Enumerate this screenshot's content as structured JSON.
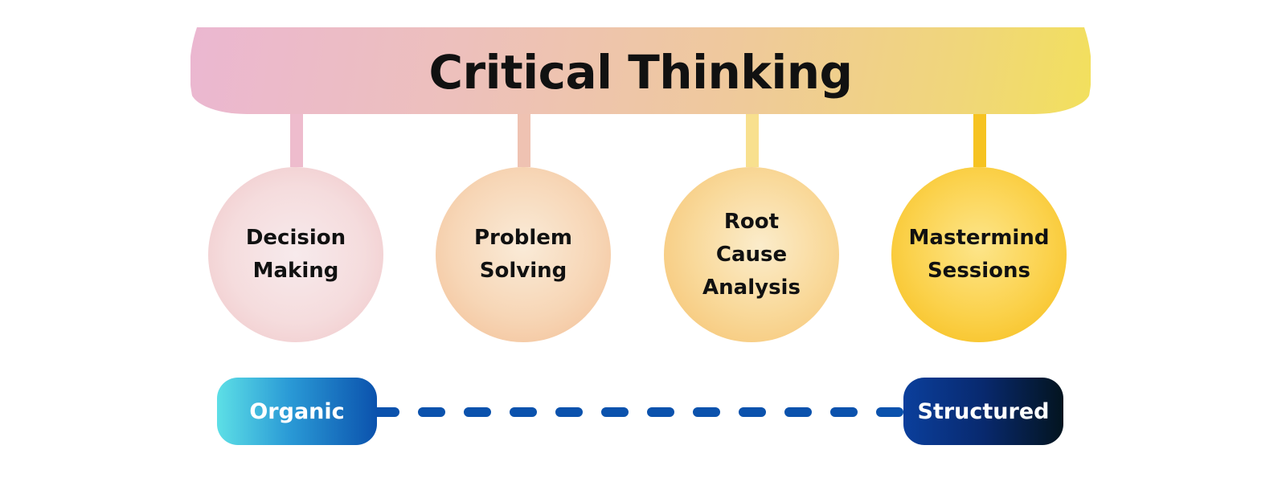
{
  "title": "Critical Thinking",
  "nodes": [
    {
      "label": "Decision\nMaking"
    },
    {
      "label": "Problem\nSolving"
    },
    {
      "label": "Root\nCause\nAnalysis"
    },
    {
      "label": "Mastermind\nSessions"
    }
  ],
  "spectrum": {
    "left_label": "Organic",
    "right_label": "Structured"
  },
  "colors": {
    "dash": "#0b52ad",
    "title_text": "#111111"
  }
}
